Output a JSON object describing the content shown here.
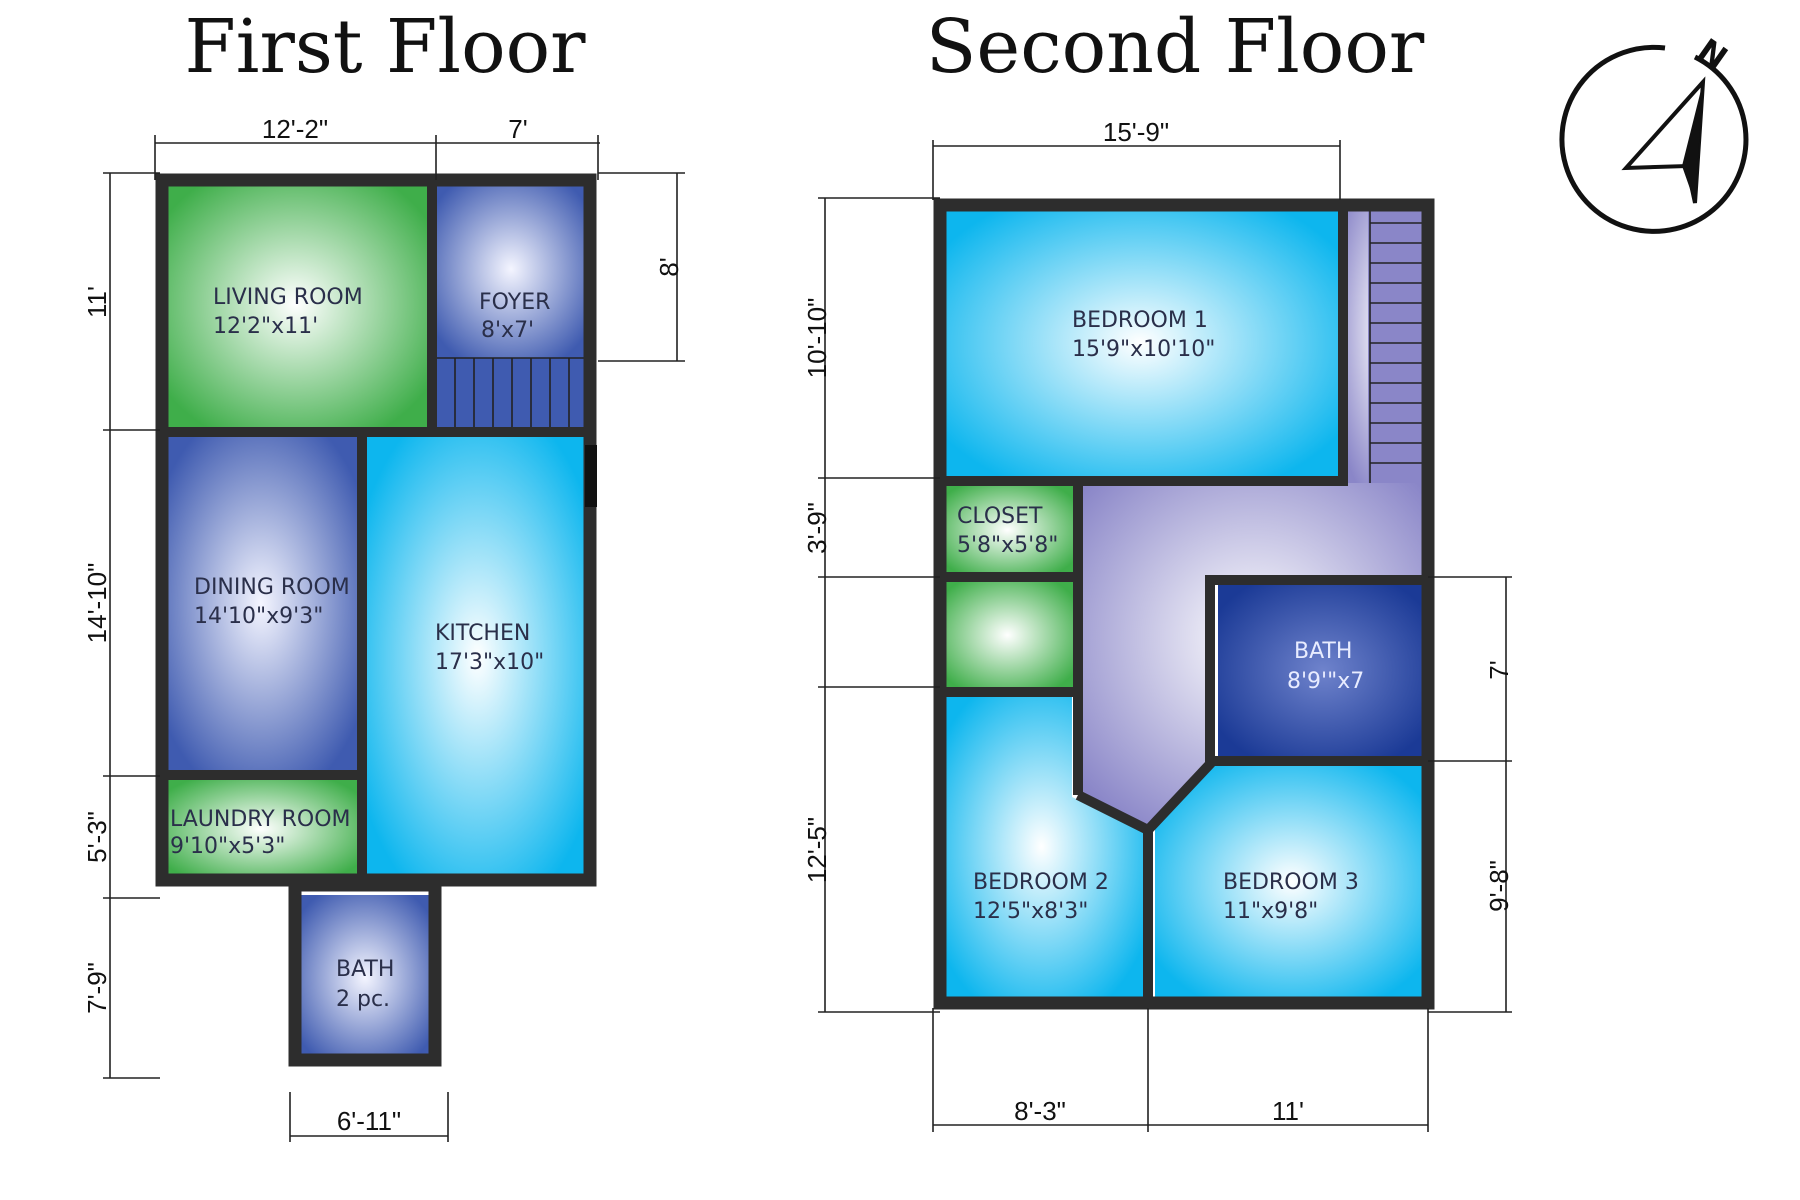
{
  "titles": {
    "first_floor": "First Floor",
    "second_floor": "Second Floor"
  },
  "compass": {
    "label": "N",
    "icon": "north-arrow-icon"
  },
  "colors": {
    "green": "#3fae4a",
    "blue_deep": "#3f5bb0",
    "cyan": "#0db6ee",
    "lavender": "#8a86c8",
    "navy": "#1b3a96",
    "wall": "#2d2d2d"
  },
  "first_floor": {
    "dims": {
      "top_left": "12'-2\"",
      "top_right": "7'",
      "right_foyer": "8'",
      "left_living": "11'",
      "left_dining": "14'-10\"",
      "left_laundry": "5'-3\"",
      "left_bath": "7'-9\"",
      "bottom_bath": "6'-11\""
    },
    "rooms": {
      "living": {
        "name": "LIVING ROOM",
        "size": "12'2\"x11'"
      },
      "foyer": {
        "name": "FOYER",
        "size": "8'x7'"
      },
      "dining": {
        "name": "DINING ROOM",
        "size": "14'10\"x9'3\""
      },
      "kitchen": {
        "name": "KITCHEN",
        "size": "17'3\"x10\""
      },
      "laundry": {
        "name": "LAUNDRY ROOM",
        "size": "9'10\"x5'3\""
      },
      "bath": {
        "name": "BATH",
        "size": "2 pc."
      }
    }
  },
  "second_floor": {
    "dims": {
      "top": "15'-9\"",
      "left_bedroom1": "10'-10\"",
      "left_closet": "3'-9\"",
      "left_bedroom2": "12'-5\"",
      "right_bath": "7'",
      "right_bedroom3": "9'-8\"",
      "bottom_left": "8'-3\"",
      "bottom_right": "11'"
    },
    "rooms": {
      "bedroom1": {
        "name": "BEDROOM 1",
        "size": "15'9\"x10'10\""
      },
      "closet": {
        "name": "CLOSET",
        "size": "5'8\"x5'8\""
      },
      "bath": {
        "name": "BATH",
        "size": "8'9'\"x7"
      },
      "bedroom2": {
        "name": "BEDROOM 2",
        "size": "12'5\"x8'3\""
      },
      "bedroom3": {
        "name": "BEDROOM 3",
        "size": "11\"x9'8\""
      }
    }
  }
}
